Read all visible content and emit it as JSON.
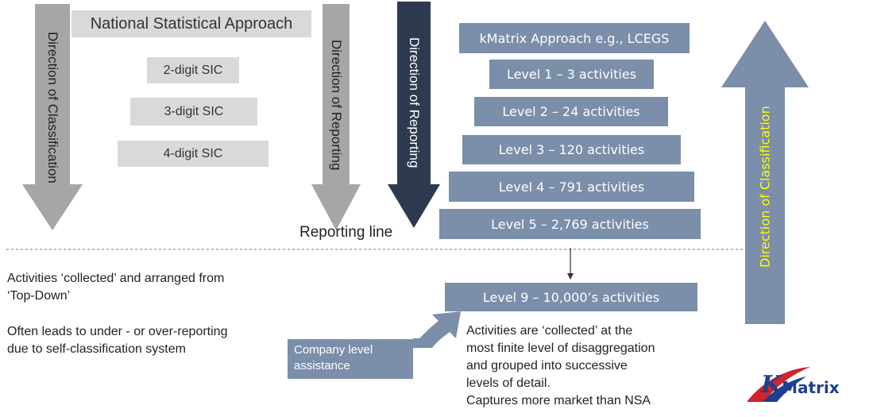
{
  "left_arrow_label": "Direction of Classification",
  "nsa_title": "National Statistical Approach",
  "sic_levels": [
    "2-digit SIC",
    "3-digit SIC",
    "4-digit SIC"
  ],
  "mid_arrow_label": "Direction of Reporting",
  "dark_arrow_label": "Direction of Reporting",
  "reporting_line": "Reporting line",
  "kmatrix_title": "kMatrix Approach e.g., LCEGS",
  "kmatrix_levels": [
    "Level 1 – 3 activities",
    "Level 2 – 24 activities",
    "Level 3 – 120 activities",
    "Level 4 – 791 activities",
    "Level 5 – 2,769 activities"
  ],
  "level9": "Level 9 – 10,000’s activities",
  "right_arrow_label": "Direction of Classification",
  "left_text_1": [
    "Activities ‘collected’ and arranged from",
    "‘Top-Down’"
  ],
  "left_text_2": [
    "Often leads to under - or over-reporting",
    "due to self-classification system"
  ],
  "company_box": [
    "Company level",
    "assistance"
  ],
  "right_text": [
    "Activities are ‘collected’ at the",
    "most finite level of disaggregation",
    "and grouped into successive",
    "levels of detail.",
    "Captures more market than NSA"
  ],
  "logo_text": "Matrix",
  "colors": {
    "gray_arrow": "#a6a6a6",
    "dark_arrow": "#2e3a4f",
    "blue_box": "#7b8eaa",
    "gray_box": "#d9d9d9",
    "yellow_text": "#ffff00"
  }
}
